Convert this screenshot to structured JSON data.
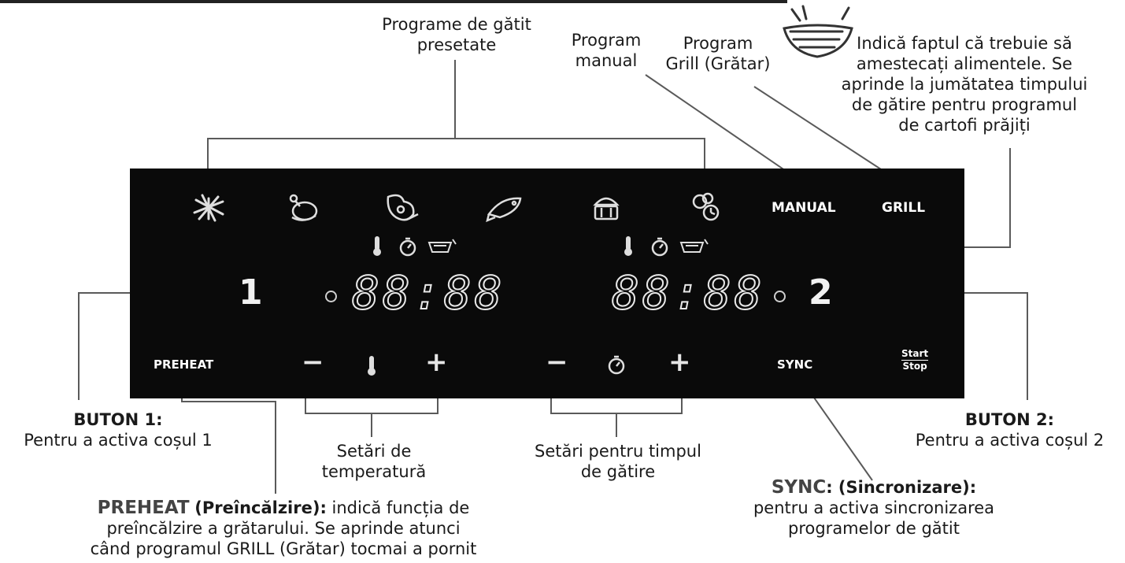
{
  "labels": {
    "presets": [
      "Programe de gătit",
      "presetate"
    ],
    "manual": [
      "Program",
      "manual"
    ],
    "grill": [
      "Program",
      "Grill (Grătar)"
    ],
    "mix": [
      "Indică faptul că trebuie să",
      "amestecați alimentele. Se",
      "aprinde la jumătatea timpului",
      "de gătire pentru programul",
      "de cartofi prăjiți"
    ],
    "button1_title": "BUTON 1:",
    "button1_desc": "Pentru a activa coșul 1",
    "button2_title": "BUTON 2:",
    "button2_desc": "Pentru a activa coșul 2",
    "temp": [
      "Setări de",
      "temperatură"
    ],
    "time": [
      "Setări pentru timpul",
      "de gătire"
    ],
    "sync_title_a": "SYNC",
    "sync_title_b": ": (Sincronizare):",
    "sync_desc": [
      "pentru a activa sincronizarea",
      "programelor de gătit"
    ],
    "preheat_title_a": "PREHEAT",
    "preheat_title_b": "(Preîncălzire):",
    "preheat_desc": [
      " indică funcția de",
      "preîncălzire a grătarului. Se aprinde atunci",
      "când programul GRILL (Grătar) tocmai a pornit"
    ]
  },
  "panel": {
    "manual": "MANUAL",
    "grill": "GRILL",
    "preheat": "PREHEAT",
    "sync": "SYNC",
    "start": "Start",
    "stop": "Stop",
    "num1": "1",
    "num2": "2",
    "display1": "88:88",
    "display2": "88:88",
    "minus": "−",
    "plus": "+"
  },
  "icons": [
    "fries-icon",
    "chicken-icon",
    "steak-icon",
    "fish-icon",
    "cake-icon",
    "custom-timer-icon",
    "thermometer-icon",
    "timer-icon",
    "shake-basket-icon"
  ],
  "colors": {
    "panel": "#0a0a0a",
    "text_on_panel": "#ffffff",
    "lines": "#555555"
  }
}
